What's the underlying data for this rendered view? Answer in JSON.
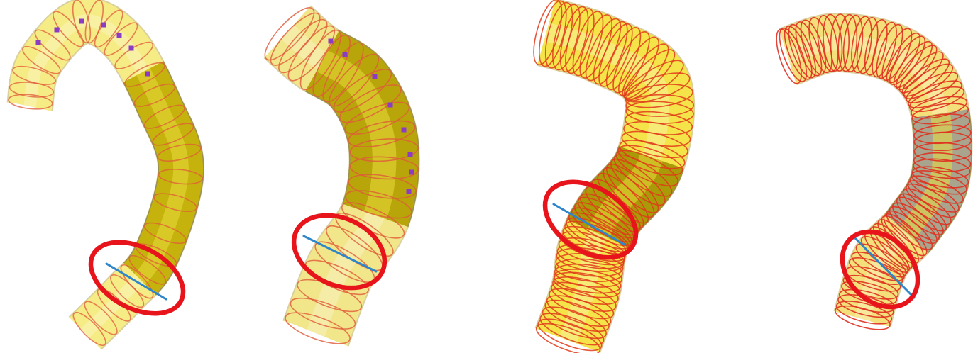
{
  "figure": {
    "panels": [
      {
        "id": "panel-1",
        "tube_color": "#f6ec86",
        "segment_color": "#c5b20c",
        "ring_color": "#e05a3a",
        "ring_count": 26,
        "ring_opacity": 0.75,
        "highlight_range": [
          0.44,
          0.82
        ],
        "markers": true
      },
      {
        "id": "panel-2",
        "tube_color": "#f2e68a",
        "segment_color": "#b8a50a",
        "ring_color": "#e05a3a",
        "ring_count": 24,
        "ring_opacity": 0.8,
        "highlight_range": [
          0.2,
          0.68
        ],
        "markers": true
      },
      {
        "id": "panel-3",
        "tube_color": "#f4e44a",
        "segment_color": "#aa9a08",
        "ring_color": "#e03a1a",
        "ring_count": 60,
        "ring_opacity": 0.85,
        "highlight_range": [
          0.42,
          0.66
        ],
        "markers": false
      },
      {
        "id": "panel-4",
        "tube_color": "#f4e07a",
        "segment_color": "#a9a48e",
        "ring_color": "#e03020",
        "ring_count": 64,
        "ring_opacity": 0.9,
        "highlight_range": [
          0.46,
          0.74
        ],
        "markers": false
      }
    ],
    "colors": {
      "cut_line": "#2f86c8",
      "highlight_ellipse": "#e8141b",
      "marker": "#8b3cc4"
    }
  }
}
